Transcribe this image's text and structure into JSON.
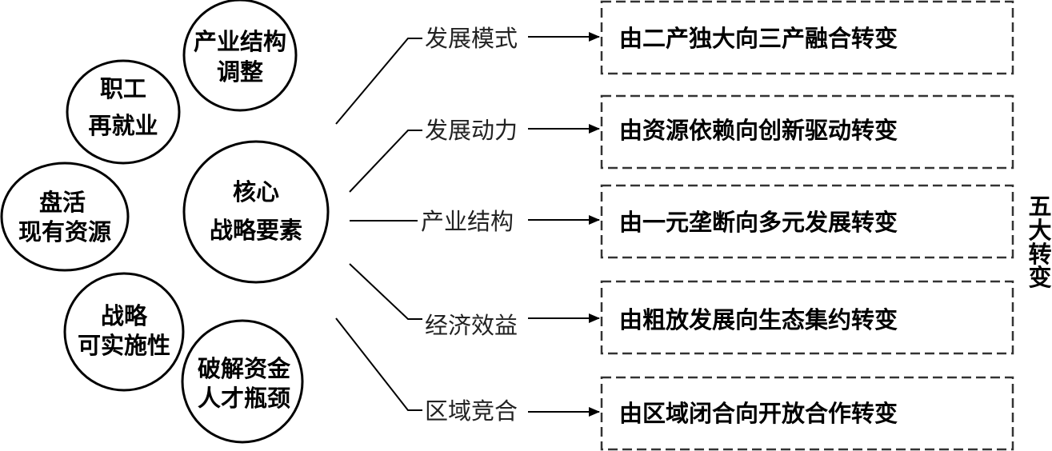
{
  "core": {
    "lines": [
      "核心",
      "战略要素"
    ]
  },
  "satellites": [
    {
      "id": "industry-adjust",
      "lines": [
        "产业结构",
        "调整"
      ]
    },
    {
      "id": "reemployment",
      "lines": [
        "职工",
        "再就业"
      ]
    },
    {
      "id": "revitalize-resources",
      "lines": [
        "盘活",
        "现有资源"
      ]
    },
    {
      "id": "feasibility",
      "lines": [
        "战略",
        "可实施性"
      ]
    },
    {
      "id": "bottleneck",
      "lines": [
        "破解资金",
        "人才瓶颈"
      ]
    }
  ],
  "transformations": [
    {
      "label": "发展模式",
      "text": "由二产独大向三产融合转变"
    },
    {
      "label": "发展动力",
      "text": "由资源依赖向创新驱动转变"
    },
    {
      "label": "产业结构",
      "text": "由一元垄断向多元发展转变"
    },
    {
      "label": "经济效益",
      "text": "由粗放发展向生态集约转变"
    },
    {
      "label": "区域竞合",
      "text": "由区域闭合向开放合作转变"
    }
  ],
  "side_title": [
    "五",
    "大",
    "转",
    "变"
  ]
}
